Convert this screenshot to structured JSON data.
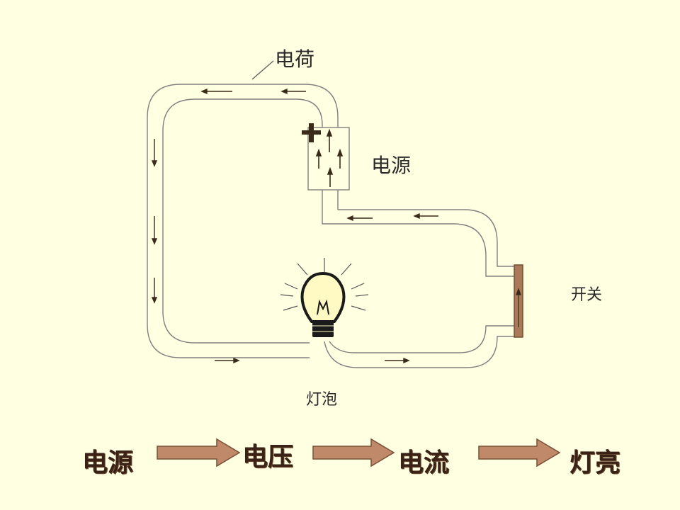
{
  "labels": {
    "charge": "电荷",
    "power_source": "电源",
    "switch": "开关",
    "bulb": "灯泡"
  },
  "causal_chain": [
    "电源",
    "电压",
    "电流",
    "灯亮"
  ],
  "colors": {
    "background": "#FFFFE1",
    "wire_outline": "#808080",
    "arrow": "#3a2a1a",
    "chain_arrow_fill": "#C08A6A",
    "chain_arrow_stroke": "#7a5036",
    "switch_fill": "#A9795A",
    "bulb_glass": "#FFF9C4"
  }
}
